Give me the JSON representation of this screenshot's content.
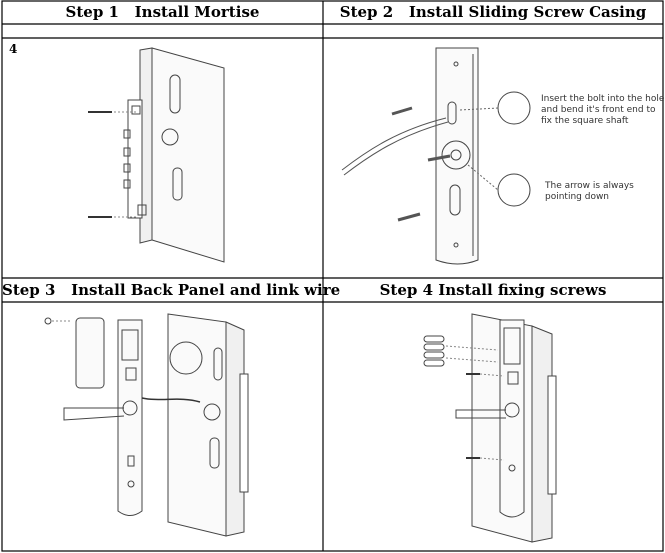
{
  "table": {
    "cells": [
      {
        "title": "Step 1   Install Mortise",
        "number": "4"
      },
      {
        "title": "Step 2   Install Sliding Screw Casing",
        "notes": [
          "Insert the bolt into the hole\nand bend it's front end to\nfix the square shaft",
          "The arrow is always\npointing down"
        ]
      },
      {
        "title": "Step 3   Install Back Panel and link wire"
      },
      {
        "title": "Step 4 Install fixing screws"
      }
    ]
  }
}
